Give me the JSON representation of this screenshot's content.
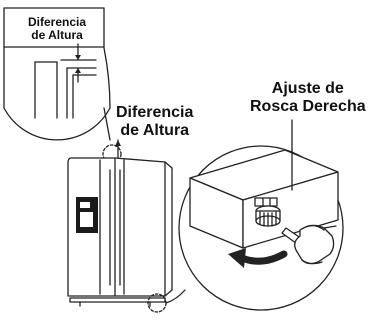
{
  "diagram": {
    "inset_label": [
      "Diferencia",
      "de Altura"
    ],
    "fridge_label": [
      "Diferencia",
      "de Altura"
    ],
    "screw_label": [
      "Ajuste de",
      "Rosca Derecha"
    ]
  },
  "colors": {
    "line": "#222222",
    "dispenser": "#1a1a1a",
    "background": "#ffffff"
  },
  "icons": [
    "zoom-inset-icon",
    "rotation-arrow-icon"
  ]
}
